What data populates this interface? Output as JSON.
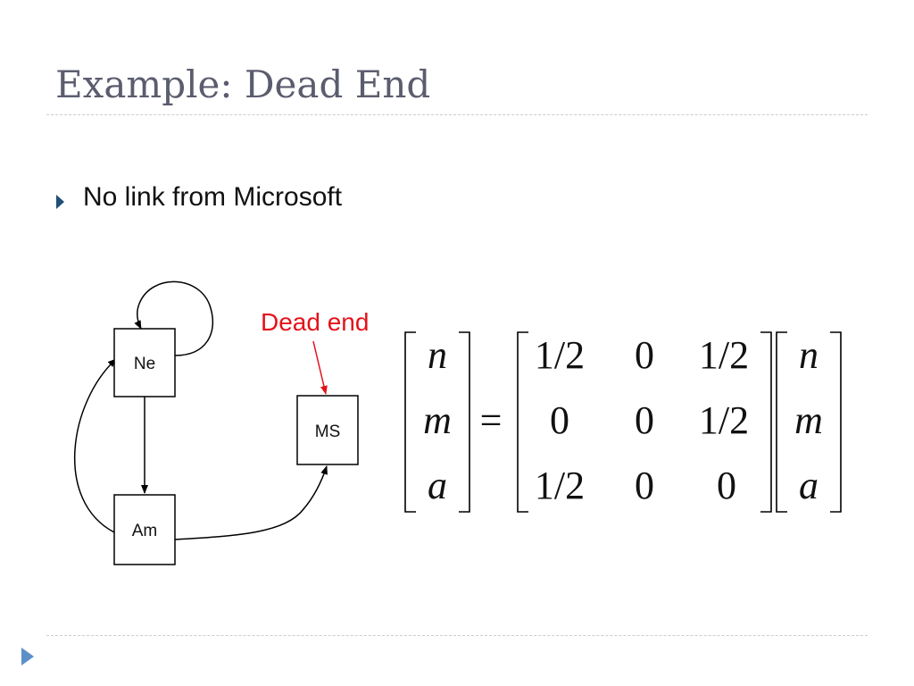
{
  "slide": {
    "title": "Example: Dead End",
    "bullet": "No link from Microsoft"
  },
  "diagram": {
    "nodes": {
      "ne": "Ne",
      "ms": "MS",
      "am": "Am"
    },
    "annotation": "Dead end"
  },
  "equation": {
    "lhs": [
      "n",
      "m",
      "a"
    ],
    "equals": "=",
    "matrix": [
      [
        "1/2",
        "0",
        "1/2"
      ],
      [
        "0",
        "0",
        "1/2"
      ],
      [
        "1/2",
        "0",
        "0"
      ]
    ],
    "rhs": [
      "n",
      "m",
      "a"
    ]
  },
  "colors": {
    "title": "#5b5d6e",
    "bullet": "#1f4e79",
    "annotation": "#e3121a",
    "footer_marker": "#5c8fc7"
  }
}
